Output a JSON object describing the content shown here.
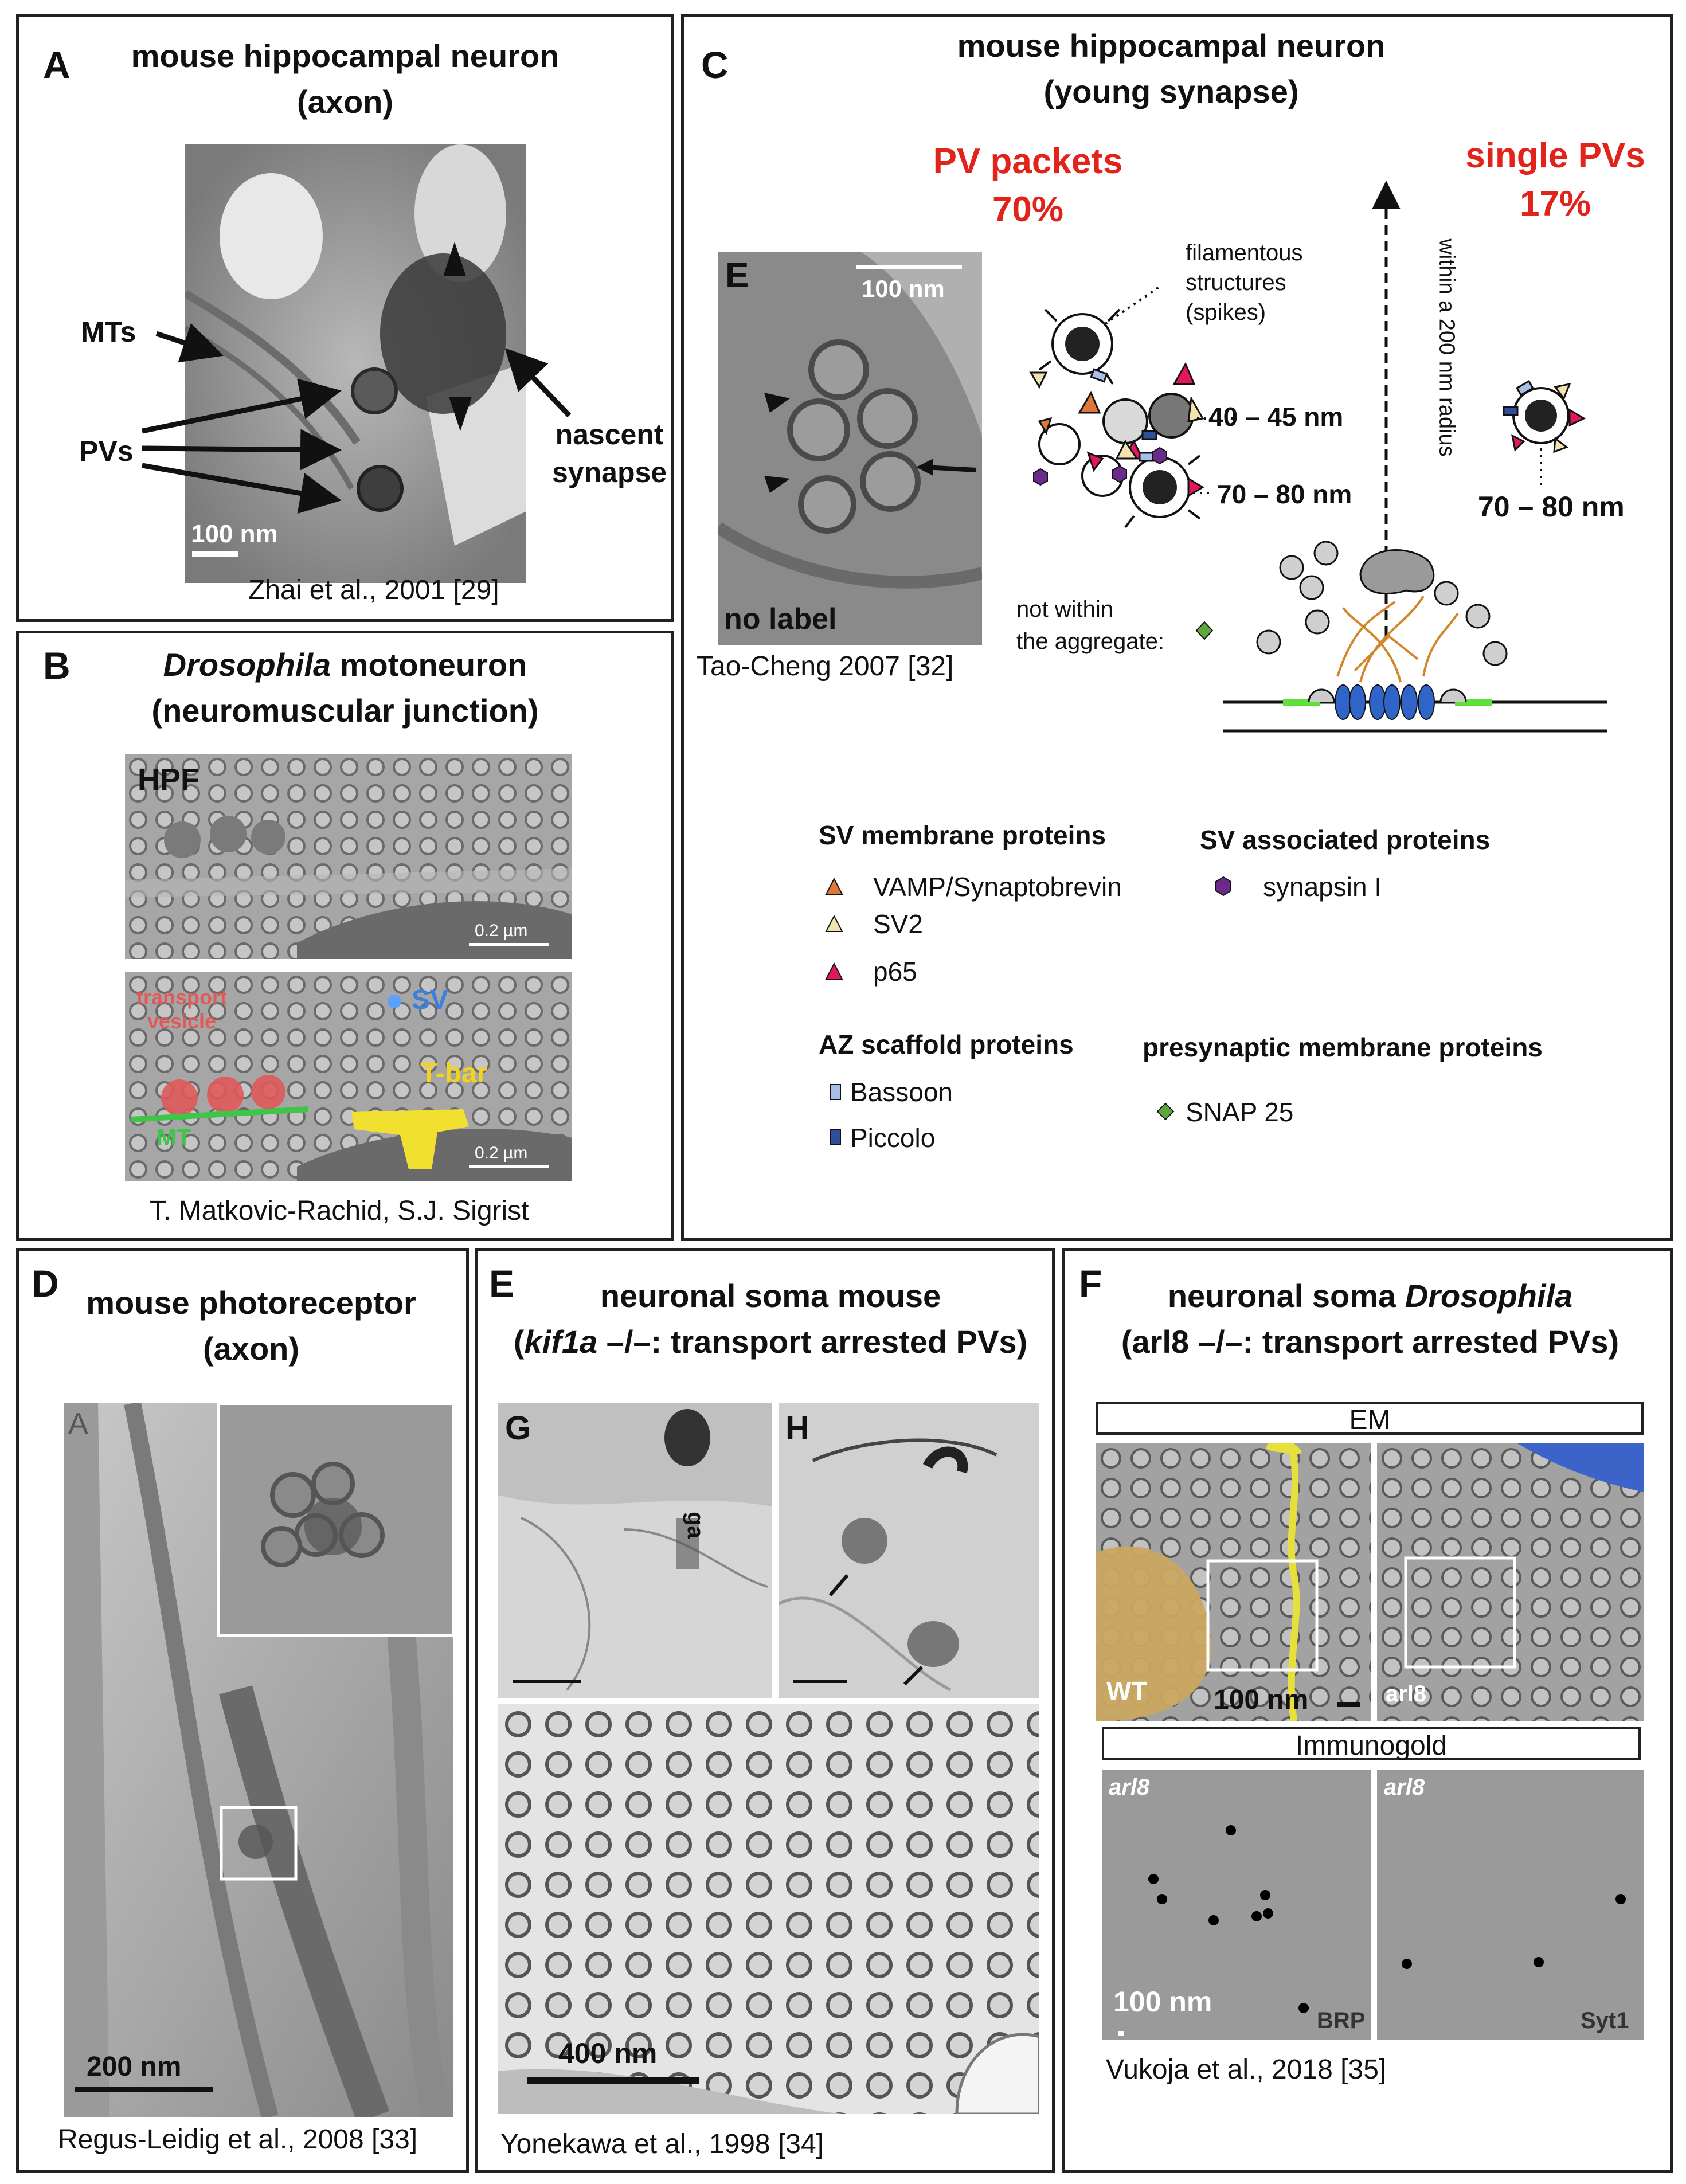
{
  "panelA": {
    "letter": "A",
    "title1": "mouse hippocampal neuron",
    "title2": "(axon)",
    "mts": "MTs",
    "pvs": "PVs",
    "nascent1": "nascent",
    "nascent2": "synapse",
    "scale": "100 nm",
    "citation": "Zhai et al., 2001 [29]"
  },
  "panelB": {
    "letter": "B",
    "title1_italic": "Drosophila",
    "title1_rest": " motoneuron",
    "title2": "(neuromuscular junction)",
    "hpf": "HPF",
    "scale_top": "0.2 µm",
    "transport1": "transport",
    "transport2": "vesicle",
    "sv": "SV",
    "tbar": "T-bar",
    "mt": "MT",
    "scale_bottom": "0.2 µm",
    "citation": "T. Matkovic-Rachid, S.J. Sigrist"
  },
  "panelC": {
    "letter": "C",
    "title1": "mouse hippocampal neuron",
    "title2": "(young synapse)",
    "pv_packets": "PV packets",
    "pv_packets_pct": "70%",
    "single_pvs": "single PVs",
    "single_pvs_pct": "17%",
    "inset_letter": "E",
    "inset_scale": "100 nm",
    "inset_nolabel": "no label",
    "inset_citation": "Tao-Cheng 2007 [32]",
    "filamentous1": "filamentous",
    "filamentous2": "structures",
    "filamentous3": "(spikes)",
    "size_small": "40 – 45 nm",
    "size_large": "70 – 80 nm",
    "size_single": "70 – 80 nm",
    "radius": "within a 200 nm radius",
    "not_within1": "not within",
    "not_within2": "the aggregate:",
    "legend": {
      "sv_membrane": "SV membrane proteins",
      "vamp": "VAMP/Synaptobrevin",
      "sv2": "SV2",
      "p65": "p65",
      "sv_associated": "SV associated proteins",
      "synapsin": "synapsin I",
      "az_scaffold": "AZ scaffold proteins",
      "bassoon": "Bassoon",
      "piccolo": "Piccolo",
      "presyn": "presynaptic membrane proteins",
      "snap25": "SNAP 25"
    },
    "colors": {
      "vamp": "#e0773a",
      "sv2": "#f3e3b0",
      "p65": "#e3175f",
      "synapsin": "#6a2a8c",
      "bassoon": "#a8c0e8",
      "piccolo": "#2f4f9c",
      "snap25": "#5fa63c",
      "membrane_green": "#5fe03a",
      "az_blue": "#2f65c8"
    }
  },
  "panelD": {
    "letter": "D",
    "title1": "mouse photoreceptor",
    "title2": "(axon)",
    "inset_letter": "A",
    "scale": "200 nm",
    "citation": "Regus-Leidig et al., 2008 [33]"
  },
  "panelE": {
    "letter": "E",
    "title1": "neuronal soma mouse",
    "title2_italic": "kif1a",
    "title2_rest": " –/–: transport arrested PVs)",
    "g": "G",
    "ga": "ga",
    "h": "H",
    "scale": "400 nm",
    "citation": "Yonekawa et al., 1998 [34]"
  },
  "panelF": {
    "letter": "F",
    "title1_rest": "neuronal soma ",
    "title1_italic": "Drosophila",
    "title2": "(arl8 –/–: transport arrested PVs)",
    "em": "EM",
    "wt": "WT",
    "scale_em": "100 nm",
    "arl8_em": "arl8",
    "immunogold": "Immunogold",
    "arl8_a": "arl8",
    "arl8_b": "arl8",
    "brp": "BRP",
    "syt1": "Syt1",
    "scale_ig": "100 nm",
    "citation": "Vukoja et al., 2018 [35]"
  }
}
